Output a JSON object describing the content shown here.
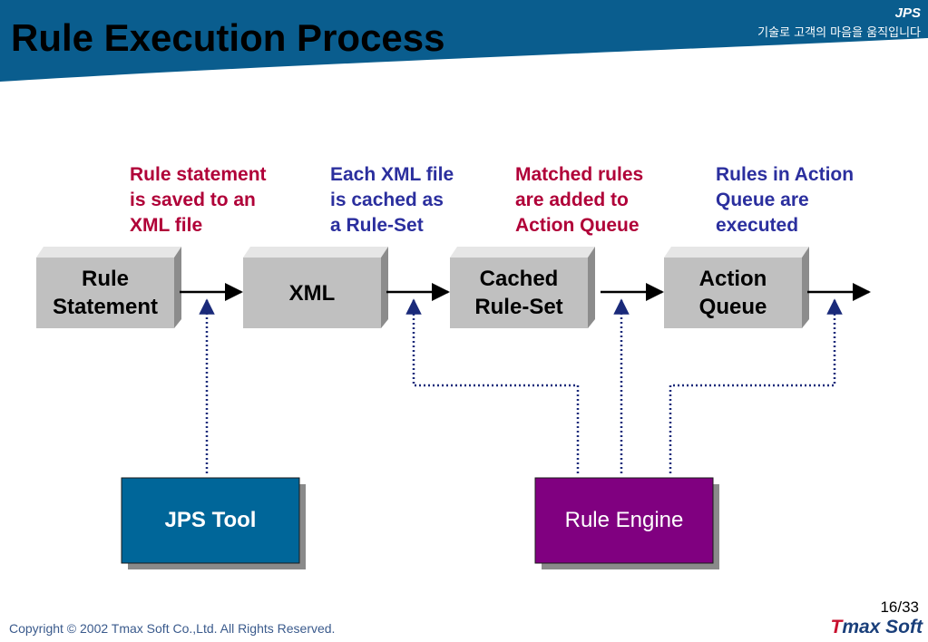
{
  "title": "Rule Execution Process",
  "header": {
    "brand": "JPS",
    "slogan": "기술로 고객의 마음을 움직입니다",
    "band_color": "#0a5d8e"
  },
  "notes": [
    {
      "text": "Rule statement\nis saved to an\nXML file",
      "color": "#b00038"
    },
    {
      "text": "Each XML file\nis cached as\na Rule-Set",
      "color": "#2b2f9e"
    },
    {
      "text": "Matched rules\nare added to\nAction Queue",
      "color": "#b00038"
    },
    {
      "text": "Rules in Action\nQueue are\nexecuted",
      "color": "#2b2f9e"
    }
  ],
  "flow_boxes": [
    {
      "label": "Rule\nStatement"
    },
    {
      "label": "XML"
    },
    {
      "label": "Cached\nRule-Set"
    },
    {
      "label": "Action\nQueue"
    }
  ],
  "tools": [
    {
      "label": "JPS Tool",
      "color": "#006699"
    },
    {
      "label": "Rule Engine",
      "color": "#800080"
    }
  ],
  "footer": {
    "page": "16/33",
    "copyright": "Copyright © 2002 Tmax Soft Co.,Ltd. All Rights Reserved.",
    "logo_t": "T",
    "logo_rest": "max Soft"
  }
}
